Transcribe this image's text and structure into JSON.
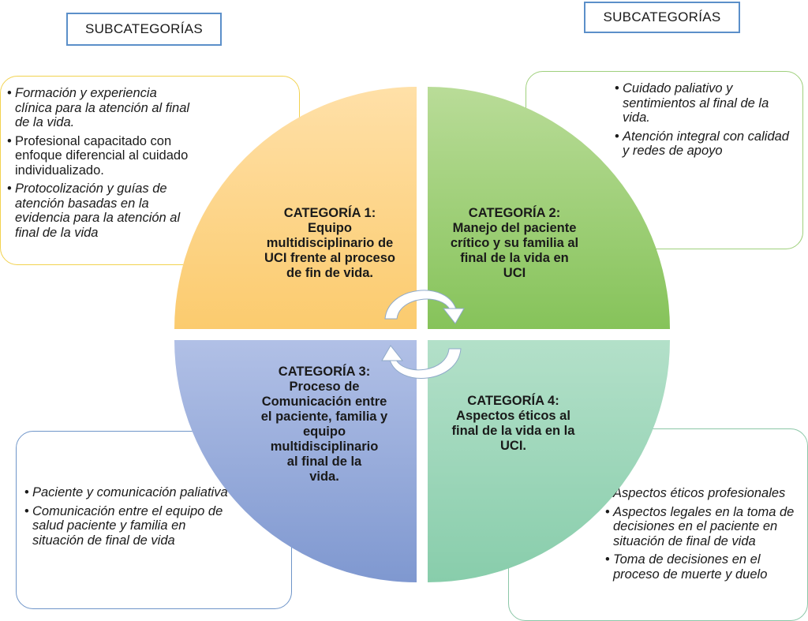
{
  "headers": {
    "left": "SUBCATEGORÍAS",
    "right": "SUBCATEGORÍAS"
  },
  "colors": {
    "cat1": "#fcd283",
    "cat2": "#9ccd72",
    "cat3": "#94a8d8",
    "cat4": "#9fd6bb",
    "header_border": "#5b8fc9"
  },
  "categories": [
    {
      "title": "CATEGORÍA 1:",
      "lines": [
        "Equipo",
        "multidisciplinario de",
        "UCI frente al proceso",
        "de fin de vida."
      ]
    },
    {
      "title": "CATEGORÍA 2:",
      "lines": [
        "Manejo del paciente",
        "crítico y su familia al",
        "final de la vida en",
        "UCI"
      ]
    },
    {
      "title": "CATEGORÍA 3:",
      "lines": [
        "Proceso de",
        "Comunicación entre",
        "el paciente, familia y",
        "equipo",
        "multidisciplinario",
        "al final de la",
        "vida."
      ]
    },
    {
      "title": "CATEGORÍA 4:",
      "lines": [
        "Aspectos éticos al",
        "final de la vida en la",
        "UCI."
      ]
    }
  ],
  "subcategories": {
    "top_left": [
      "Formación y experiencia clínica para la atención al final de la vida.",
      "Profesional capacitado con enfoque diferencial al cuidado individualizado.",
      "Protocolización y guías de atención basadas en la evidencia para la atención al final de la vida"
    ],
    "top_right": [
      "Cuidado paliativo y sentimientos al final de la vida.",
      "Atención integral con calidad y redes de apoyo"
    ],
    "bottom_left": [
      "Paciente y comunicación paliativa",
      "Comunicación entre el equipo de salud paciente y familia en situación de final de vida"
    ],
    "bottom_right": [
      "Aspectos éticos profesionales",
      "Aspectos legales en la toma de decisiones en el paciente en situación de final de vida",
      "Toma de decisiones en el proceso de muerte y duelo"
    ]
  }
}
